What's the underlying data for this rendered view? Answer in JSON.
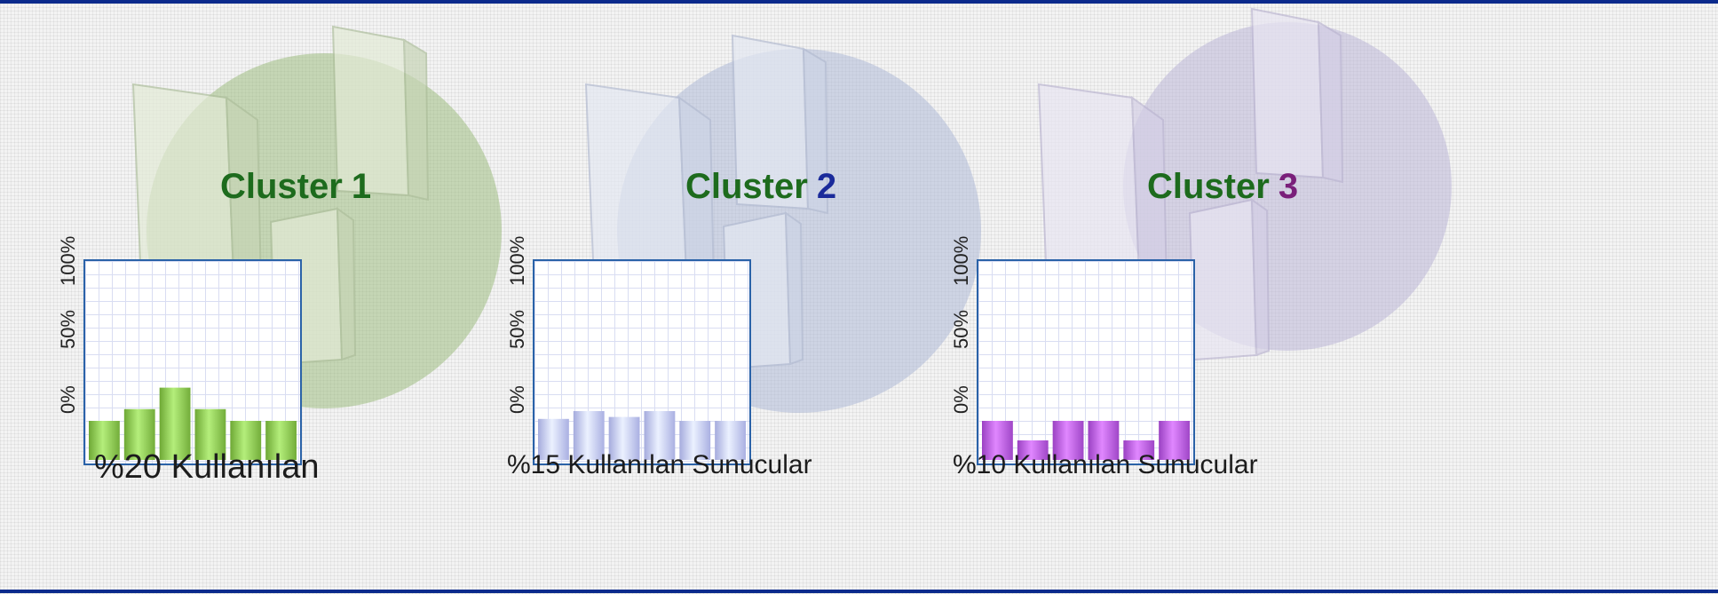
{
  "colors": {
    "title_green": "#1d6b1d",
    "accent_blue": "#0b2a8c",
    "accent_purple": "#7a1f7a",
    "rule": "#0b2a8c"
  },
  "clusters": [
    {
      "title_word": "Cluster",
      "title_num": "1",
      "num_color": "#1d6b1d",
      "caption": "%20 Kullanılan",
      "icon": "server-cluster-green"
    },
    {
      "title_word": "Cluster",
      "title_num": "2",
      "num_color": "#1a2a9a",
      "caption": "%15 Kullanılan Sunucular",
      "icon": "server-cluster-blue"
    },
    {
      "title_word": "Cluster",
      "title_num": "3",
      "num_color": "#7a1f7a",
      "caption": "%10 Kullanılan Sunucular",
      "icon": "server-cluster-purple"
    }
  ],
  "chart_data": [
    {
      "type": "bar",
      "series": [
        {
          "values": [
            20,
            26,
            37,
            26,
            20,
            20
          ]
        }
      ],
      "yticks": [
        "0%",
        "50%",
        "100%"
      ],
      "ylim": [
        0,
        100
      ],
      "bar_color": "#8cc653",
      "grid": true
    },
    {
      "type": "bar",
      "series": [
        {
          "values": [
            21,
            25,
            22,
            25,
            20,
            20
          ]
        }
      ],
      "yticks": [
        "0%",
        "50%",
        "100%"
      ],
      "ylim": [
        0,
        100
      ],
      "bar_color": "#c3c9fb",
      "grid": true
    },
    {
      "type": "bar",
      "series": [
        {
          "values": [
            20,
            10,
            20,
            20,
            10,
            20
          ]
        }
      ],
      "yticks": [
        "0%",
        "50%",
        "100%"
      ],
      "ylim": [
        0,
        100
      ],
      "bar_color": "#b85fe0",
      "grid": true
    }
  ]
}
